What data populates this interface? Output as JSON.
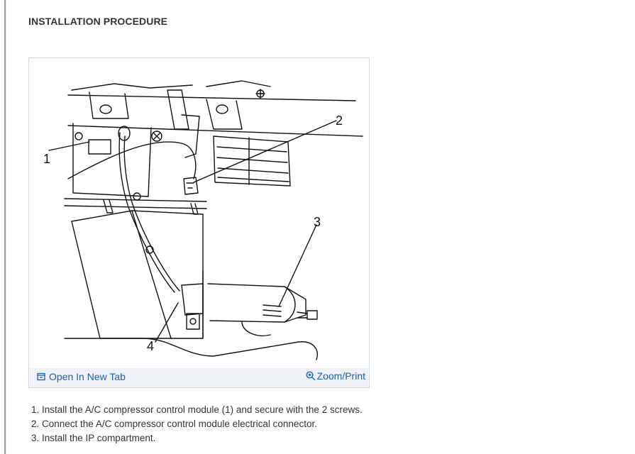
{
  "heading": "INSTALLATION PROCEDURE",
  "figure": {
    "callouts": [
      "1",
      "2",
      "3",
      "4"
    ],
    "open_link": "Open In New Tab",
    "zoom_link": "Zoom/Print",
    "link_color": "#1f5fa8",
    "footer_bg": "#eef2f7"
  },
  "steps": [
    "1. Install the A/C compressor control module (1) and secure with the 2 screws.",
    "2. Connect the A/C compressor control module electrical connector.",
    "3. Install the IP compartment."
  ]
}
